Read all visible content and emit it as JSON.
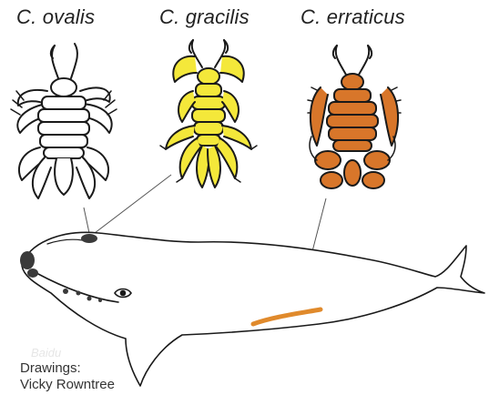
{
  "species": [
    {
      "name": "C. ovalis",
      "fill": "#ffffff"
    },
    {
      "name": "C. gracilis",
      "fill": "#f4e83a"
    },
    {
      "name": "C. erraticus",
      "fill": "#d8762a"
    }
  ],
  "credit": {
    "line1": "Drawings:",
    "line2": "Vicky Rowntree"
  },
  "watermark": "Baidu",
  "colors": {
    "outline": "#1a1a1a",
    "callosity": "#3a3a3a",
    "patch": "#e08a2c"
  }
}
